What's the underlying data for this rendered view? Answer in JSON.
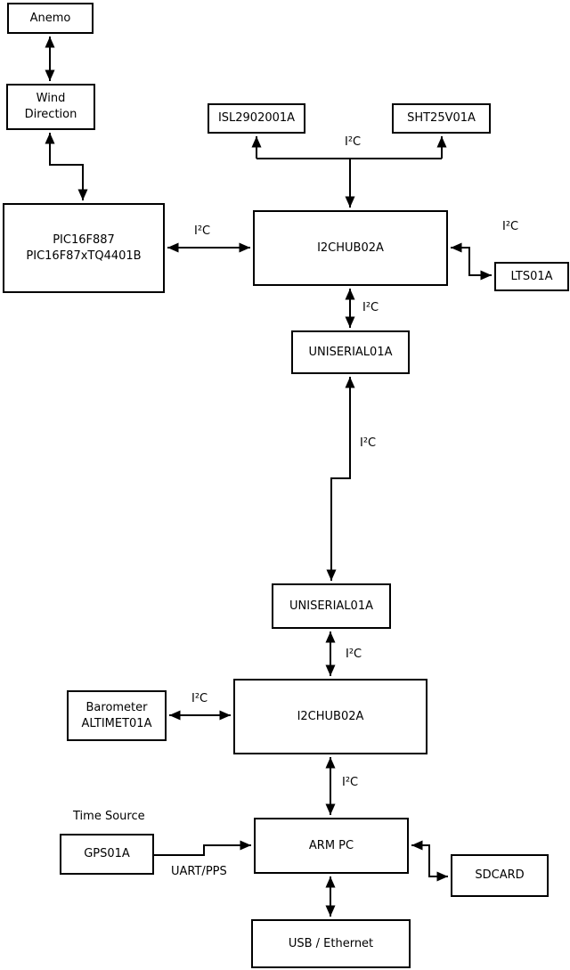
{
  "nodes": {
    "anemo": {
      "label": "Anemo"
    },
    "wind_direction": {
      "line1": "Wind",
      "line2": "Direction"
    },
    "pic": {
      "line1": "PIC16F887",
      "line2": "PIC16F87xTQ4401B"
    },
    "isl": {
      "label": "ISL2902001A"
    },
    "sht": {
      "label": "SHT25V01A"
    },
    "hub1": {
      "label": "I2CHUB02A"
    },
    "lts": {
      "label": "LTS01A"
    },
    "uniserial1": {
      "label": "UNISERIAL01A"
    },
    "uniserial2": {
      "label": "UNISERIAL01A"
    },
    "hub2": {
      "label": "I2CHUB02A"
    },
    "barometer": {
      "line1": "Barometer",
      "line2": "ALTIMET01A"
    },
    "arm_pc": {
      "label": "ARM PC"
    },
    "gps": {
      "label": "GPS01A"
    },
    "sdcard": {
      "label": "SDCARD"
    },
    "usb_ethernet": {
      "label": "USB / Ethernet"
    }
  },
  "labels": {
    "i2c": "I²C",
    "uart_pps": "UART/PPS",
    "time_source": "Time Source"
  },
  "edges": [
    {
      "from": "anemo",
      "to": "wind_direction",
      "arrows": "both"
    },
    {
      "from": "wind_direction",
      "to": "pic",
      "arrows": "both"
    },
    {
      "from": "pic",
      "to": "hub1",
      "arrows": "both",
      "label": "I²C"
    },
    {
      "from": "hub1",
      "to": "isl",
      "arrows": "both",
      "label": "I²C"
    },
    {
      "from": "hub1",
      "to": "sht",
      "arrows": "both",
      "label": "I²C"
    },
    {
      "from": "hub1",
      "to": "lts",
      "arrows": "both",
      "label": "I²C"
    },
    {
      "from": "hub1",
      "to": "uniserial1",
      "arrows": "both",
      "label": "I²C"
    },
    {
      "from": "uniserial1",
      "to": "uniserial2",
      "arrows": "both",
      "label": "I²C"
    },
    {
      "from": "uniserial2",
      "to": "hub2",
      "arrows": "both",
      "label": "I²C"
    },
    {
      "from": "barometer",
      "to": "hub2",
      "arrows": "both",
      "label": "I²C"
    },
    {
      "from": "hub2",
      "to": "arm_pc",
      "arrows": "both",
      "label": "I²C"
    },
    {
      "from": "gps",
      "to": "arm_pc",
      "arrows": "to",
      "label": "UART/PPS"
    },
    {
      "from": "arm_pc",
      "to": "sdcard",
      "arrows": "both"
    },
    {
      "from": "arm_pc",
      "to": "usb_ethernet",
      "arrows": "both"
    }
  ],
  "colors": {
    "background": "#ffffff",
    "box_fill": "#ffffff",
    "line": "#000000",
    "text": "#000000"
  }
}
